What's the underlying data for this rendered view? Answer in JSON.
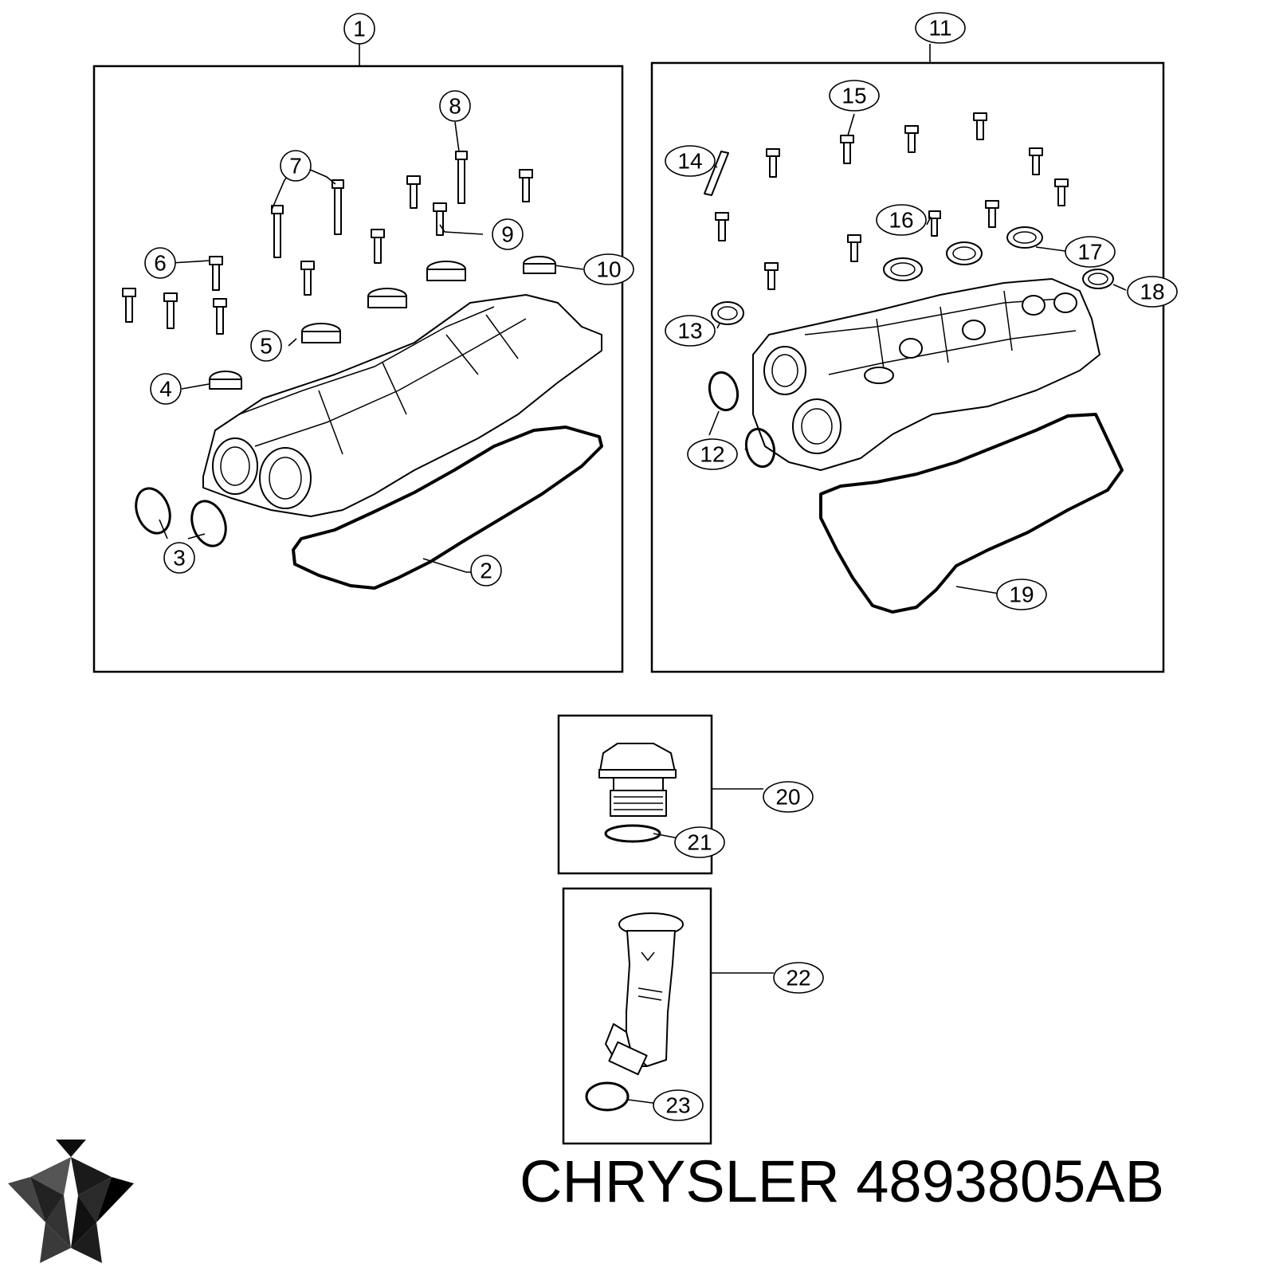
{
  "brand": {
    "name": "CHRYSLER",
    "part_number": "4893805AB",
    "logo": "pentastar-logo"
  },
  "callouts": [
    "1",
    "2",
    "3",
    "4",
    "5",
    "6",
    "7",
    "8",
    "9",
    "10",
    "11",
    "12",
    "13",
    "14",
    "15",
    "16",
    "17",
    "18",
    "19",
    "20",
    "21",
    "22",
    "23"
  ],
  "parts": {
    "left_valve_cover": "valve-cover",
    "right_valve_cover": "valve-cover",
    "oil_fill_cap": "cap",
    "oil_fill_tube": "tube"
  }
}
